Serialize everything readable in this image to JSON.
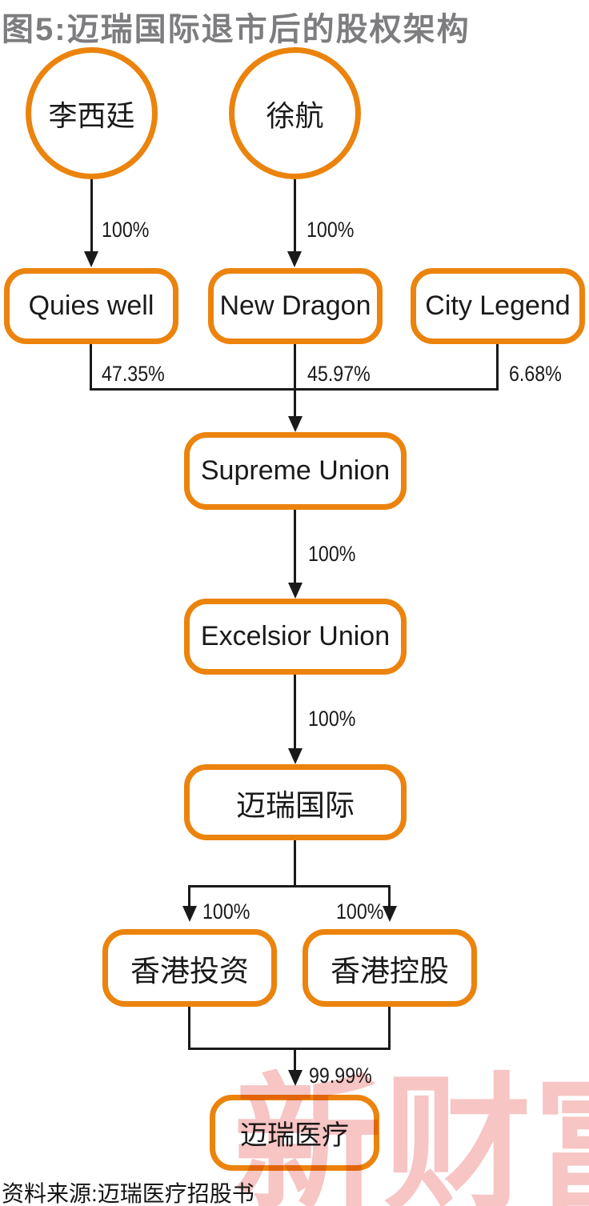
{
  "title": "图5:迈瑞国际退市后的股权架构",
  "source": "资料来源:迈瑞医疗招股书",
  "watermark": {
    "text": "新财富",
    "color": "#f6c5c4"
  },
  "colors": {
    "node_border": "#eb830d",
    "connector": "#1a1a1a",
    "title_text": "#7d7d80",
    "background": "#ffffff"
  },
  "nodes": [
    {
      "id": "li-xiting",
      "label": "李西廷",
      "shape": "circle"
    },
    {
      "id": "xu-hang",
      "label": "徐航",
      "shape": "circle"
    },
    {
      "id": "quies-well",
      "label": "Quies well",
      "shape": "rounded-box"
    },
    {
      "id": "new-dragon",
      "label": "New Dragon",
      "shape": "rounded-box"
    },
    {
      "id": "city-legend",
      "label": "City Legend",
      "shape": "rounded-box"
    },
    {
      "id": "supreme-union",
      "label": "Supreme Union",
      "shape": "rounded-box"
    },
    {
      "id": "excelsior-union",
      "label": "Excelsior Union",
      "shape": "rounded-box"
    },
    {
      "id": "mindray-intl",
      "label": "迈瑞国际",
      "shape": "rounded-box"
    },
    {
      "id": "hk-invest",
      "label": "香港投资",
      "shape": "rounded-box"
    },
    {
      "id": "hk-holding",
      "label": "香港控股",
      "shape": "rounded-box"
    },
    {
      "id": "mindray-medical",
      "label": "迈瑞医疗",
      "shape": "rounded-box"
    }
  ],
  "edges": [
    {
      "from": "li-xiting",
      "to": "quies-well",
      "label": "100%"
    },
    {
      "from": "xu-hang",
      "to": "new-dragon",
      "label": "100%"
    },
    {
      "from": "quies-well",
      "to": "supreme-union",
      "label": "47.35%"
    },
    {
      "from": "new-dragon",
      "to": "supreme-union",
      "label": "45.97%"
    },
    {
      "from": "city-legend",
      "to": "supreme-union",
      "label": "6.68%"
    },
    {
      "from": "supreme-union",
      "to": "excelsior-union",
      "label": "100%"
    },
    {
      "from": "excelsior-union",
      "to": "mindray-intl",
      "label": "100%"
    },
    {
      "from": "mindray-intl",
      "to": "hk-invest",
      "label": "100%"
    },
    {
      "from": "mindray-intl",
      "to": "hk-holding",
      "label": "100%"
    },
    {
      "from": "hk-invest-and-hk-holding",
      "to": "mindray-medical",
      "label": "99.99%"
    }
  ]
}
